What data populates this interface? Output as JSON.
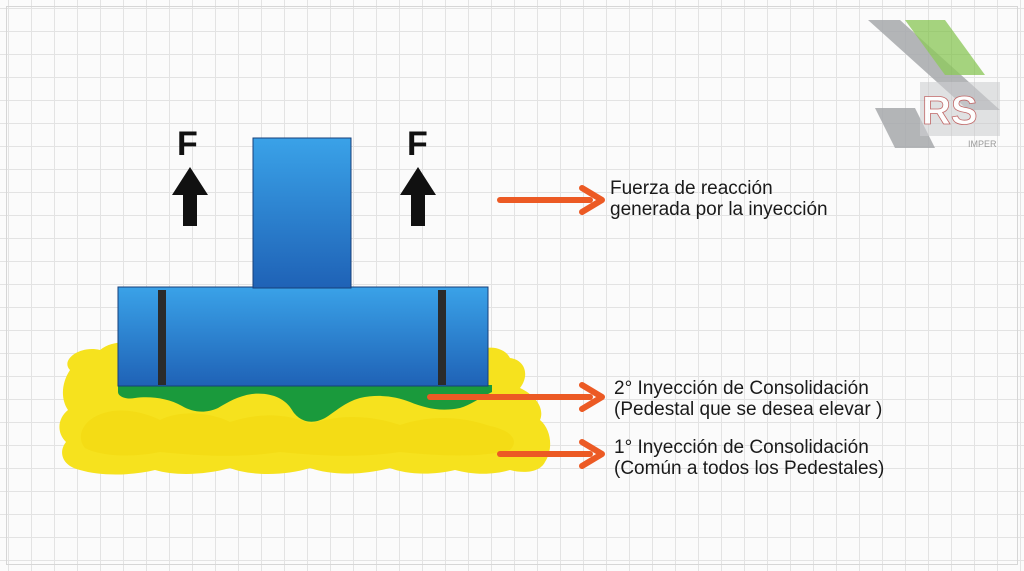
{
  "forces": {
    "left_label": "F",
    "right_label": "F"
  },
  "annotations": {
    "reaction": {
      "line1": "Fuerza de reacción",
      "line2": "generada por la inyección"
    },
    "second_injection": {
      "line1": "2° Inyección de Consolidación",
      "line2": "(Pedestal que se desea elevar )"
    },
    "first_injection": {
      "line1": "1° Inyección de Consolidación",
      "line2": "(Común a todos los Pedestales)"
    }
  },
  "logo": {
    "letters": "RS",
    "subtitle": "IMPER"
  },
  "colors": {
    "pedestal_blue": "#2f8fdc",
    "pedestal_blue_dark": "#1e64b8",
    "consolidation_green": "#1a9a3c",
    "consolidation_yellow": "#f6e21e",
    "arrow_orange": "#ec5a24",
    "logo_gray": "#a7a9ac",
    "logo_green": "#7dc043"
  }
}
